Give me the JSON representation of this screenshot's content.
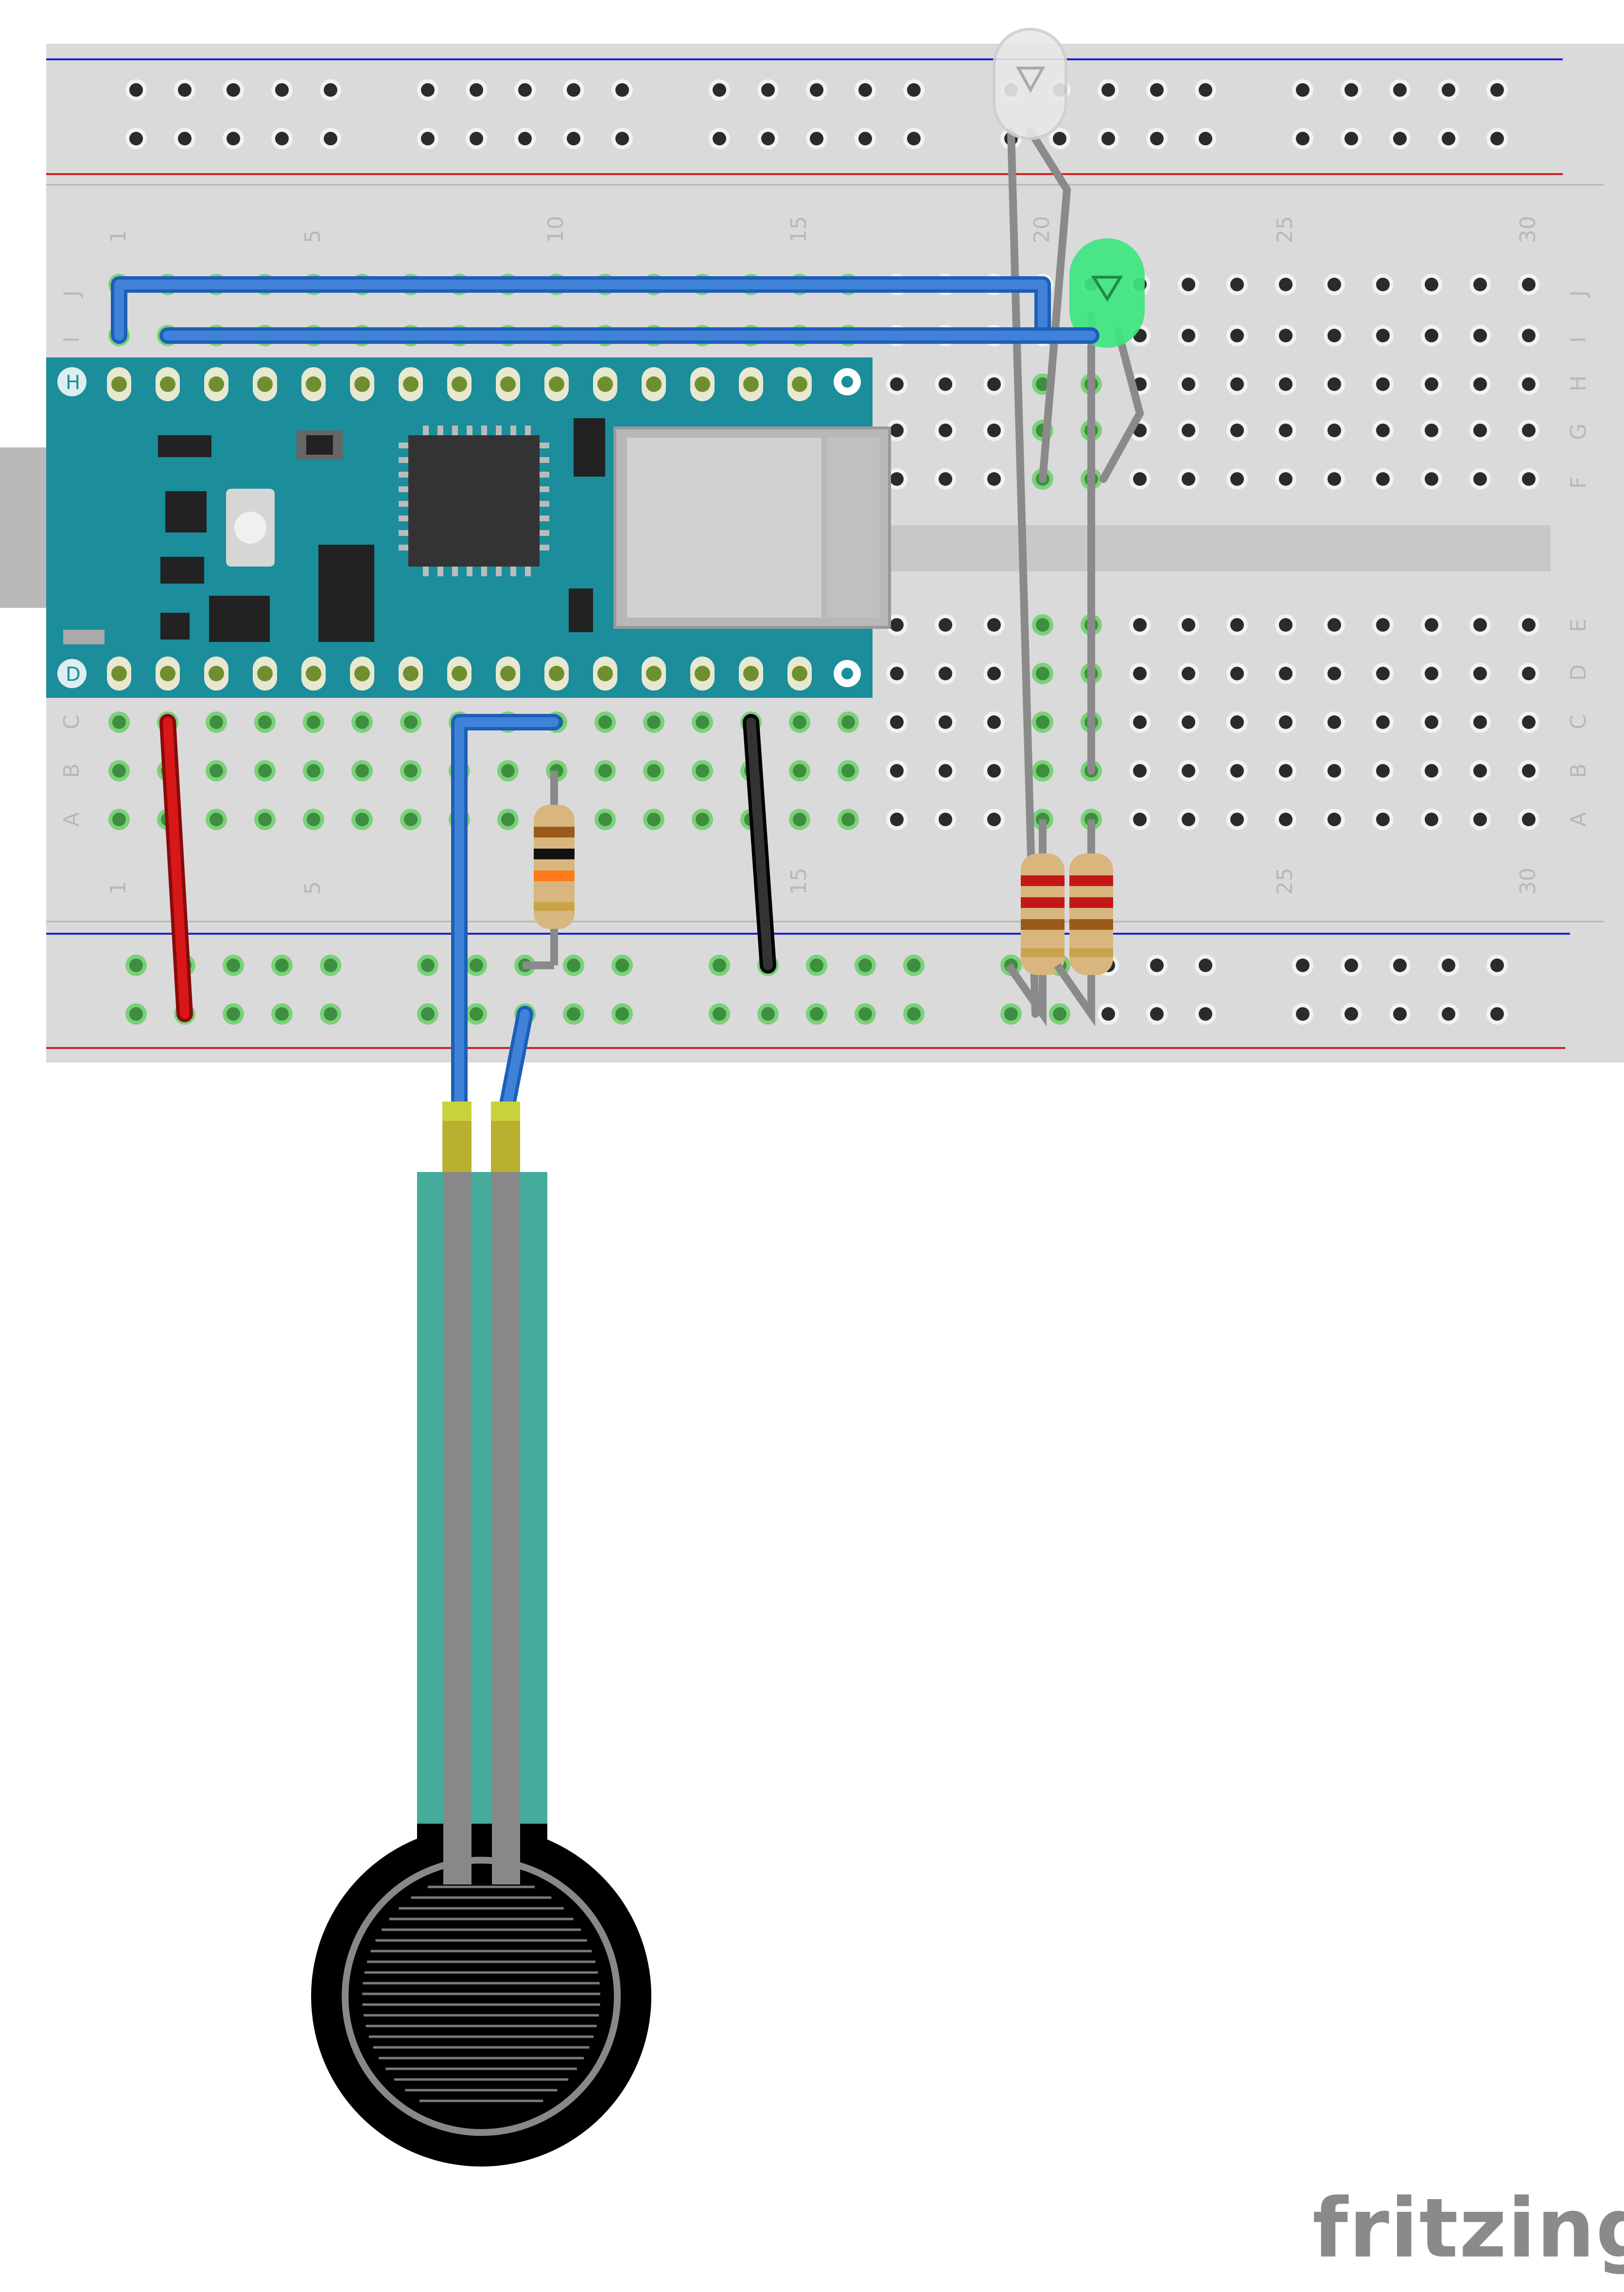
{
  "app": {
    "brand": "fritzing"
  },
  "breadboard": {
    "column_numbers": [
      "1",
      "5",
      "10",
      "15",
      "20",
      "25",
      "30"
    ],
    "row_letters_top": [
      "J",
      "I",
      "H",
      "G",
      "F"
    ],
    "row_letters_bottom": [
      "E",
      "D",
      "C",
      "B",
      "A"
    ],
    "colors": {
      "body": "#dadada",
      "hole": "#2b2b2b",
      "hole_connected": "#7ad17a",
      "rail_blue": "#2222cc",
      "rail_red": "#cc2222"
    }
  },
  "board": {
    "header_letter_top": "H",
    "header_letter_bottom": "D",
    "colors": {
      "pcb": "#1b8d9b",
      "chip": "#333333",
      "module": "#c9c9c9"
    }
  },
  "components": {
    "led_clear_icon": "led-clear-icon",
    "led_green_icon": "led-green-icon",
    "resistor_icon": "resistor-icon",
    "force_sensor_icon": "force-sensitive-resistor-icon",
    "colors": {
      "led_green": "#3ee67f",
      "sensor_strip": "#45ab9a",
      "sensor_pad": "#000000"
    }
  },
  "wires": {
    "colors": {
      "blue": "#2e6fcf",
      "red": "#cc1111",
      "black": "#111111",
      "gray": "#8a8a8a"
    }
  }
}
